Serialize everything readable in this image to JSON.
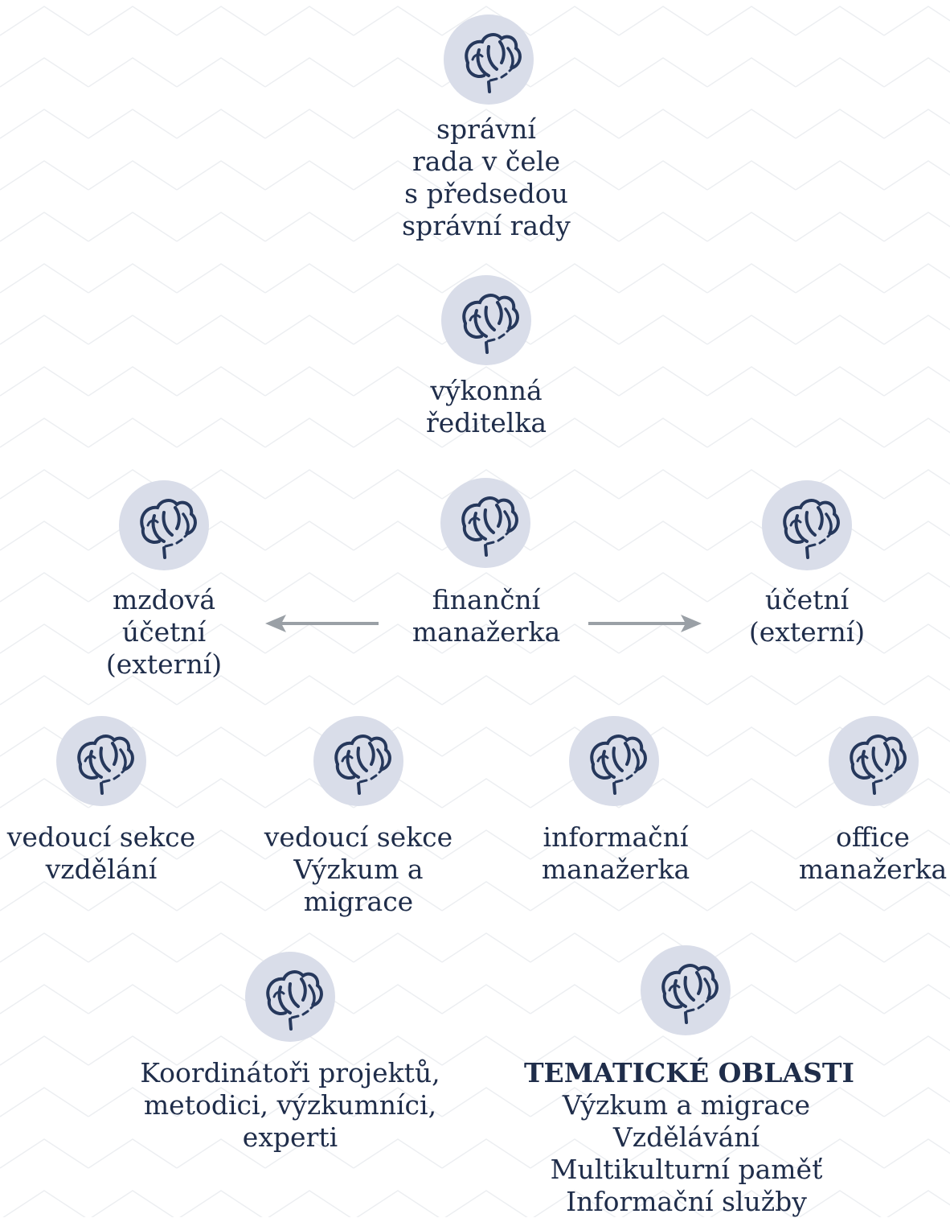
{
  "diagram": {
    "icon_name": "flower-icon",
    "colors": {
      "icon_bg": "#d9dde9",
      "icon_stroke": "#26385c",
      "text": "#1f2d4a",
      "arrow": "#9aa0a6"
    },
    "board": {
      "lines": [
        "správní",
        "rada v čele",
        "s předsedou",
        "správní rady"
      ]
    },
    "director": {
      "lines": [
        "výkonná",
        "ředitelka"
      ]
    },
    "payroll": {
      "lines": [
        "mzdová",
        "účetní",
        "(externí)"
      ]
    },
    "finance": {
      "lines": [
        "finanční",
        "manažerka"
      ]
    },
    "accountant": {
      "lines": [
        "účetní",
        "(externí)"
      ]
    },
    "education_head": {
      "lines": [
        "vedoucí sekce",
        "vzdělání"
      ]
    },
    "research_head": {
      "lines": [
        "vedoucí sekce",
        "Výzkum a",
        "migrace"
      ]
    },
    "info_manager": {
      "lines": [
        "informační",
        "manažerka"
      ]
    },
    "office_manager": {
      "lines": [
        "office",
        "manažerka"
      ]
    },
    "coordinators": {
      "lines": [
        "Koordinátoři projektů,",
        "metodici, výzkumníci,",
        "experti"
      ]
    },
    "thematic": {
      "heading": "TEMATICKÉ OBLASTI",
      "lines": [
        "Výzkum a migrace",
        "Vzdělávání",
        "Multikulturní paměť",
        "Informační služby"
      ]
    }
  }
}
